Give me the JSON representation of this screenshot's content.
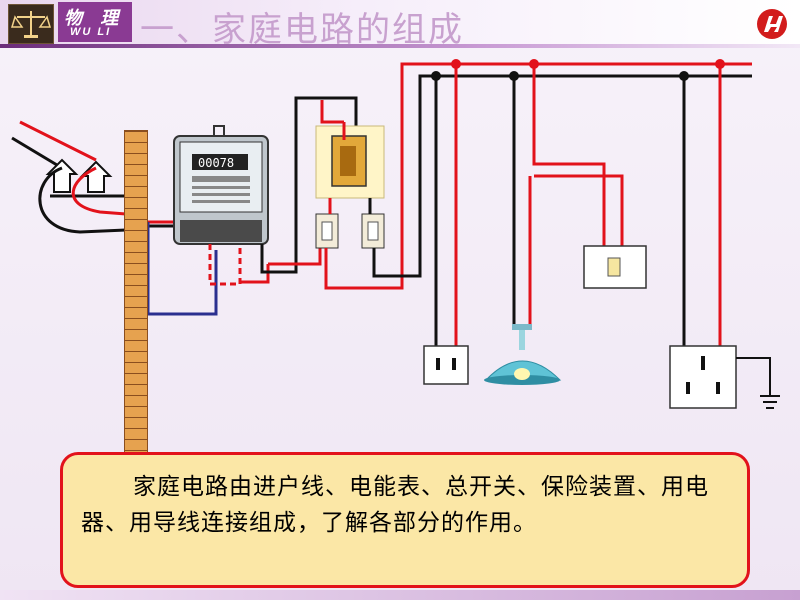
{
  "header": {
    "subject_zh": "物 理",
    "subject_py": "WU  LI",
    "title": "一、家庭电路的组成"
  },
  "diagram": {
    "meter": {
      "digits": [
        "0",
        "0",
        "0",
        "7",
        "8"
      ]
    }
  },
  "info": {
    "text": "家庭电路由进户线、电能表、总开关、保险装置、用电器、用导线连接组成，了解各部分的作用。"
  },
  "colors": {
    "accent_purple": "#8a3a93",
    "wire_red": "#e2121b",
    "wire_black": "#111111",
    "wire_blue": "#2a2f8f",
    "box_fill": "#fbe7a6"
  }
}
